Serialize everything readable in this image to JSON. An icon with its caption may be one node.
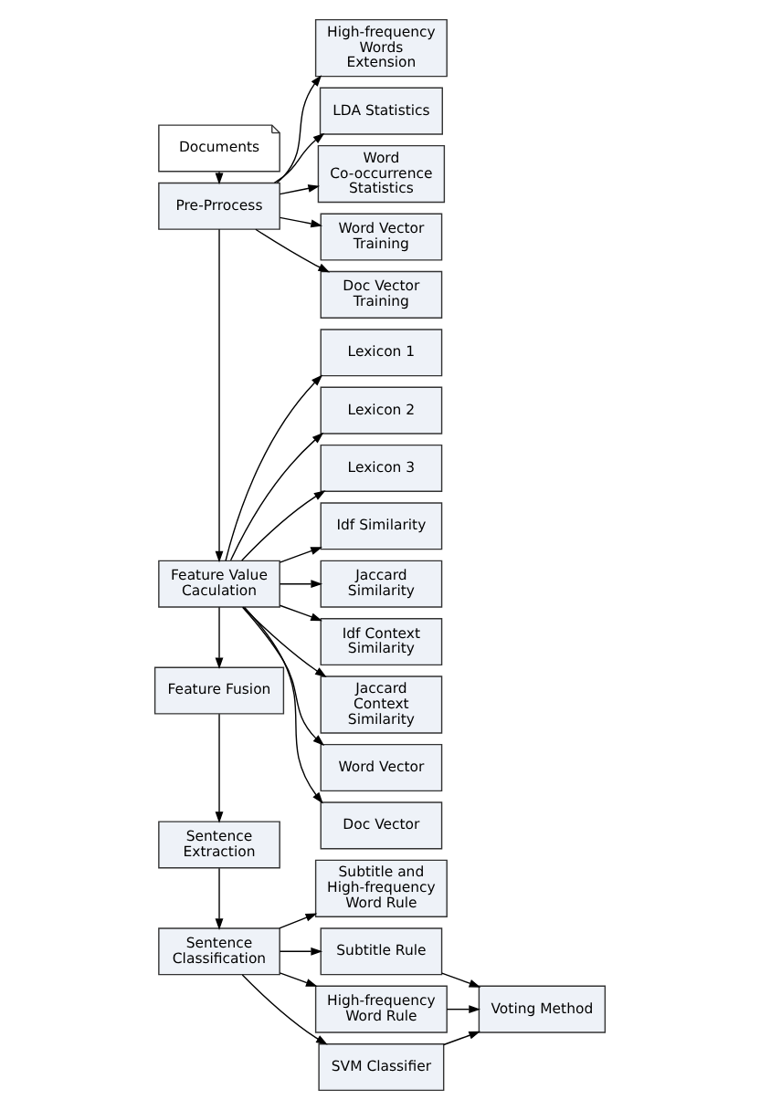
{
  "diagram": {
    "nodes": [
      {
        "text": [
          "Documents"
        ]
      },
      {
        "text": [
          "Pre-Prrocess"
        ]
      },
      {
        "text": [
          "Feature Value Caculation"
        ]
      },
      {
        "text": [
          "Feature Fusion"
        ]
      },
      {
        "text": [
          "Sentence Extraction"
        ]
      },
      {
        "text": [
          "Sentence Classification"
        ]
      },
      {
        "text": [
          "High-frequency Words Extension"
        ]
      },
      {
        "text": [
          "LDA Statistics"
        ]
      },
      {
        "text": [
          "Word Co-occurrence Statistics"
        ]
      },
      {
        "text": [
          "Word Vector Training"
        ]
      },
      {
        "text": [
          "Doc Vector Training"
        ]
      },
      {
        "text": [
          "Lexicon 1"
        ]
      },
      {
        "text": [
          "Lexicon 2"
        ]
      },
      {
        "text": [
          "Lexicon 3"
        ]
      },
      {
        "text": [
          "Idf Similarity"
        ]
      },
      {
        "text": [
          "Jaccard Similarity"
        ]
      },
      {
        "text": [
          "Idf Context Similarity"
        ]
      },
      {
        "text": [
          "Jaccard Context Similarity"
        ]
      },
      {
        "text": [
          "Word Vector"
        ]
      },
      {
        "text": [
          "Doc Vector"
        ]
      },
      {
        "text": [
          "Subtitle and High-frequency Word Rule"
        ]
      },
      {
        "text": [
          "Subtitle Rule"
        ]
      },
      {
        "text": [
          "High-frequency Word Rule"
        ]
      },
      {
        "text": [
          "SVM Classifier"
        ]
      },
      {
        "text": [
          "Voting Method"
        ]
      }
    ],
    "edges": [
      {
        "from": 0,
        "to": 1,
        "arrow": "to"
      },
      {
        "from": 1,
        "to": 6,
        "arrow": "to"
      },
      {
        "from": 1,
        "to": 7,
        "arrow": "to"
      },
      {
        "from": 1,
        "to": 8,
        "arrow": "to"
      },
      {
        "from": 1,
        "to": 9,
        "arrow": "to"
      },
      {
        "from": 1,
        "to": 10,
        "arrow": "to"
      },
      {
        "from": 1,
        "to": 2,
        "arrow": "to"
      },
      {
        "from": 2,
        "to": 11,
        "arrow": "to"
      },
      {
        "from": 2,
        "to": 12,
        "arrow": "to"
      },
      {
        "from": 2,
        "to": 13,
        "arrow": "to"
      },
      {
        "from": 2,
        "to": 14,
        "arrow": "to"
      },
      {
        "from": 2,
        "to": 15,
        "arrow": "to"
      },
      {
        "from": 2,
        "to": 16,
        "arrow": "to"
      },
      {
        "from": 2,
        "to": 17,
        "arrow": "to"
      },
      {
        "from": 2,
        "to": 18,
        "arrow": "to"
      },
      {
        "from": 2,
        "to": 19,
        "arrow": "to"
      },
      {
        "from": 2,
        "to": 3,
        "arrow": "to"
      },
      {
        "from": 3,
        "to": 4,
        "arrow": "to"
      },
      {
        "from": 4,
        "to": 5,
        "arrow": "to"
      },
      {
        "from": 5,
        "to": 20,
        "arrow": "to"
      },
      {
        "from": 5,
        "to": 21,
        "arrow": "to"
      },
      {
        "from": 5,
        "to": 22,
        "arrow": "to"
      },
      {
        "from": 5,
        "to": 23,
        "arrow": "to"
      },
      {
        "from": 21,
        "to": 24,
        "arrow": "to"
      },
      {
        "from": 22,
        "to": 24,
        "arrow": "to"
      },
      {
        "from": 23,
        "to": 24,
        "arrow": "to"
      }
    ]
  }
}
